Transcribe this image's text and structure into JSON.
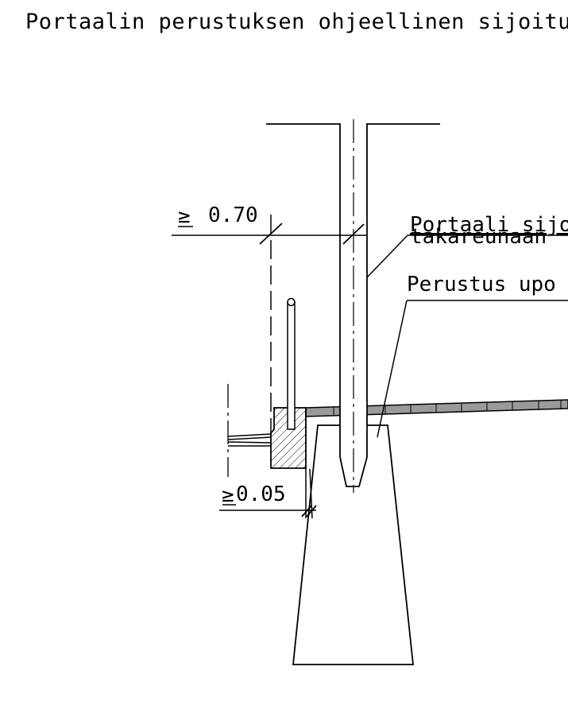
{
  "drawing": {
    "title": "Portaalin perustuksen ohjeellinen sijoitus",
    "dimensions": {
      "clearance": "0.70",
      "clearance_symbol": "≥",
      "edge_distance": "0.05",
      "edge_distance_symbol": "≥"
    },
    "annotations": {
      "portal_line1": "Portaali sijoi",
      "portal_line2": "takareunaan",
      "foundation": "Perustus upo"
    },
    "colors": {
      "line": "#000000",
      "paving": "#9a9a9a"
    }
  }
}
